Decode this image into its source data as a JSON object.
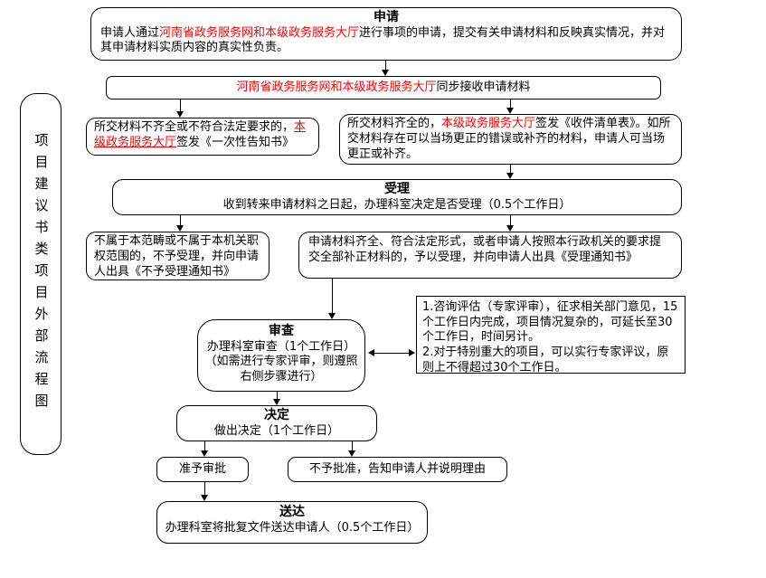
{
  "colors": {
    "red_text": "#ff0000",
    "line": "#000000",
    "background": "#ffffff"
  },
  "sidebar": {
    "label": "项目建议书类项目外部流程图"
  },
  "boxes": {
    "apply": {
      "title": "申请",
      "segments": [
        {
          "t": "申请人通过"
        },
        {
          "t": "河南省政务服务网和本级政务服务大厅",
          "red": true
        },
        {
          "t": "进行事项的申请，提交有关申请材料和反映真实情况，并对其申请材料实质内容的真实性负责。"
        }
      ]
    },
    "receive": {
      "segments": [
        {
          "t": "河南省政务服务网和本级政务服务大厅",
          "red": true
        },
        {
          "t": "同步接收申请材料"
        }
      ]
    },
    "incomplete": {
      "segments": [
        {
          "t": "所交材料不齐全或不符合法定要求的，"
        },
        {
          "t": "本级政务服务大厅",
          "red": true,
          "u": true
        },
        {
          "t": "签发《一次性告知书》"
        }
      ]
    },
    "complete": {
      "segments": [
        {
          "t": "所交材料齐全的，"
        },
        {
          "t": "本级政务服务大厅",
          "red": true
        },
        {
          "t": "签发《收件清单表》。如所交材料存在可以当场更正的错误或补齐的材料，申请人可当场更正或补齐。"
        }
      ]
    },
    "accept": {
      "title": "受理",
      "body": "收到转来申请材料之日起，办理科室决定是否受理（0.5个工作日）"
    },
    "not_accept": {
      "body": "不属于本范畴或不属于本机关职权范围的，不予受理，并向申请人出具《不予受理通知书》"
    },
    "do_accept": {
      "body": "申请材料齐全、符合法定形式，或者申请人按照本行政机关的要求提交全部补正材料的，予以受理，并向申请人出具《受理通知书》"
    },
    "review": {
      "title": "审查",
      "body": "办理科室审查（1个工作日）（如需进行专家评审，则遵照右侧步骤进行）"
    },
    "expert_note": {
      "items": [
        "1.咨询评估（专家评审），征求相关部门意见，15个工作日内完成，项目情况复杂的，可延长至30个工作日，时间另计。",
        "2.对于特别重大的项目，可以实行专家评议，原则上不得超过30个工作日。"
      ]
    },
    "decision": {
      "title": "决定",
      "body": "做出决定（1个工作日）"
    },
    "approve": {
      "label": "准予审批"
    },
    "reject": {
      "label": "不予批准，告知申请人并说明理由"
    },
    "deliver": {
      "title": "送达",
      "body": "办理科室将批复文件送达申请人（0.5个工作日）"
    }
  }
}
